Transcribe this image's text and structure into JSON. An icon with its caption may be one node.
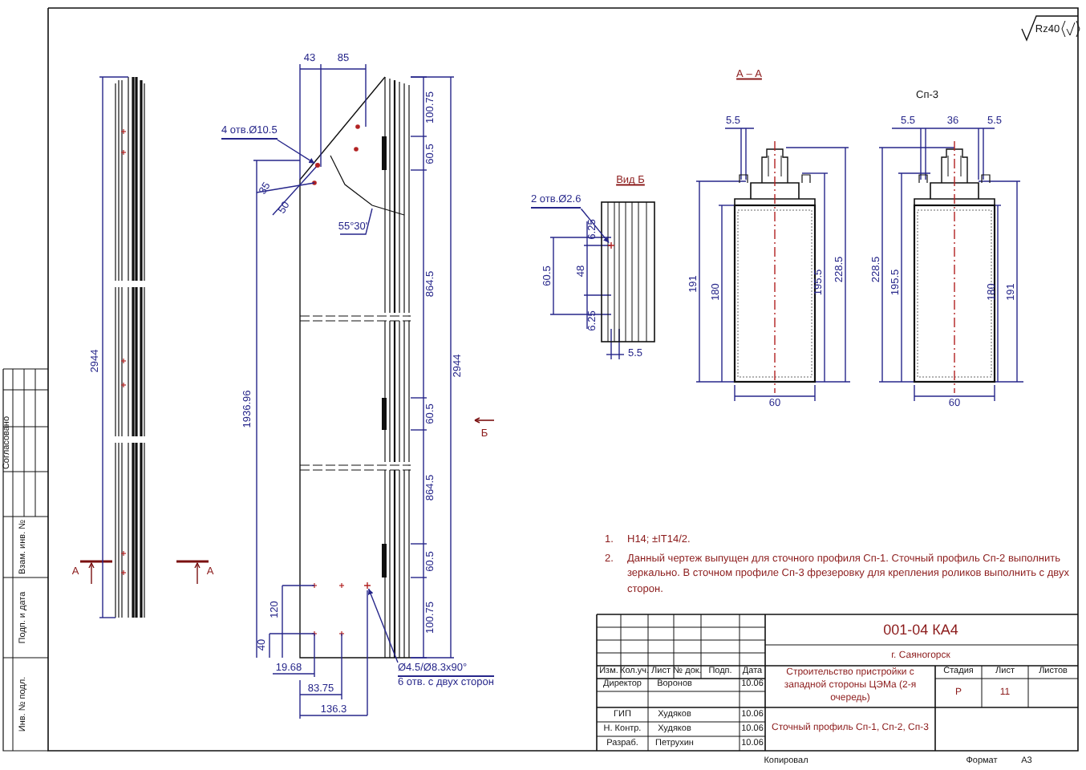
{
  "diagram": {
    "nodes": [
      {
        "text": [
          "4 отв.Ø10.5"
        ]
      },
      {
        "text": [
          "Ø4.5/Ø8.3x90°",
          "6 отв. с двух сторон"
        ]
      },
      {
        "text": [
          "2 отв.Ø2.6"
        ]
      },
      {
        "text": [],
        "shape": "circle"
      },
      {
        "text": [],
        "shape": "cross"
      },
      {
        "text": [],
        "shape": "cross"
      }
    ],
    "edges": [
      {
        "from": 0,
        "to": 3,
        "arrow": "to"
      },
      {
        "from": 1,
        "to": 4,
        "arrow": "to"
      },
      {
        "from": 2,
        "to": 5,
        "arrow": "to"
      }
    ],
    "labels": [
      "Rz40",
      "2944",
      "А",
      "А",
      "43",
      "85",
      "35",
      "50",
      "55°30'",
      "100.75",
      "60.5",
      "864.5",
      "2944",
      "1936.96",
      "60.5",
      "864.5",
      "60.5",
      "120",
      "100.75",
      "40",
      "19.68",
      "83.75",
      "136.3",
      "Б",
      "А – А",
      "Сп-3",
      "Вид Б",
      "6.25",
      "60.5",
      "48",
      "6.25",
      "5.5",
      "5.5",
      "191",
      "180",
      "195.5",
      "228.5",
      "60",
      "5.5",
      "36",
      "5.5",
      "228.5",
      "195.5",
      "180",
      "191",
      "60",
      "1.",
      "Н14; ±IT14/2.",
      "2.",
      "Данный чертеж выпущен для сточного профиля Сп-1. Сточный профиль Сп-2 выполнить зеркально. В сточном профиле Сп-3 фрезеровку для крепления роликов выполнить с двух сторон.",
      "Изм.",
      "Кол.уч.",
      "Лист",
      "№ док.",
      "Подп.",
      "Дата",
      "Директор",
      "Воронов",
      "10.06",
      "ГИП",
      "Худяков",
      "10.06",
      "Н. Контр.",
      "Худяков",
      "10.06",
      "Разраб.",
      "Петрухин",
      "10.06",
      "001-04 КА4",
      "г. Саяногорск",
      "Строительство пристройки с западной стороны ЦЭМа (2-я очередь)",
      "Стадия",
      "Лист",
      "Листов",
      "Р",
      "11",
      "Сточный профиль Сп-1, Сп-2, Сп-3",
      "Копировал",
      "Формат",
      "А3",
      "Согласовано",
      "Взам. инв. №",
      "Подп. и дата",
      "Инв. № подл."
    ]
  }
}
